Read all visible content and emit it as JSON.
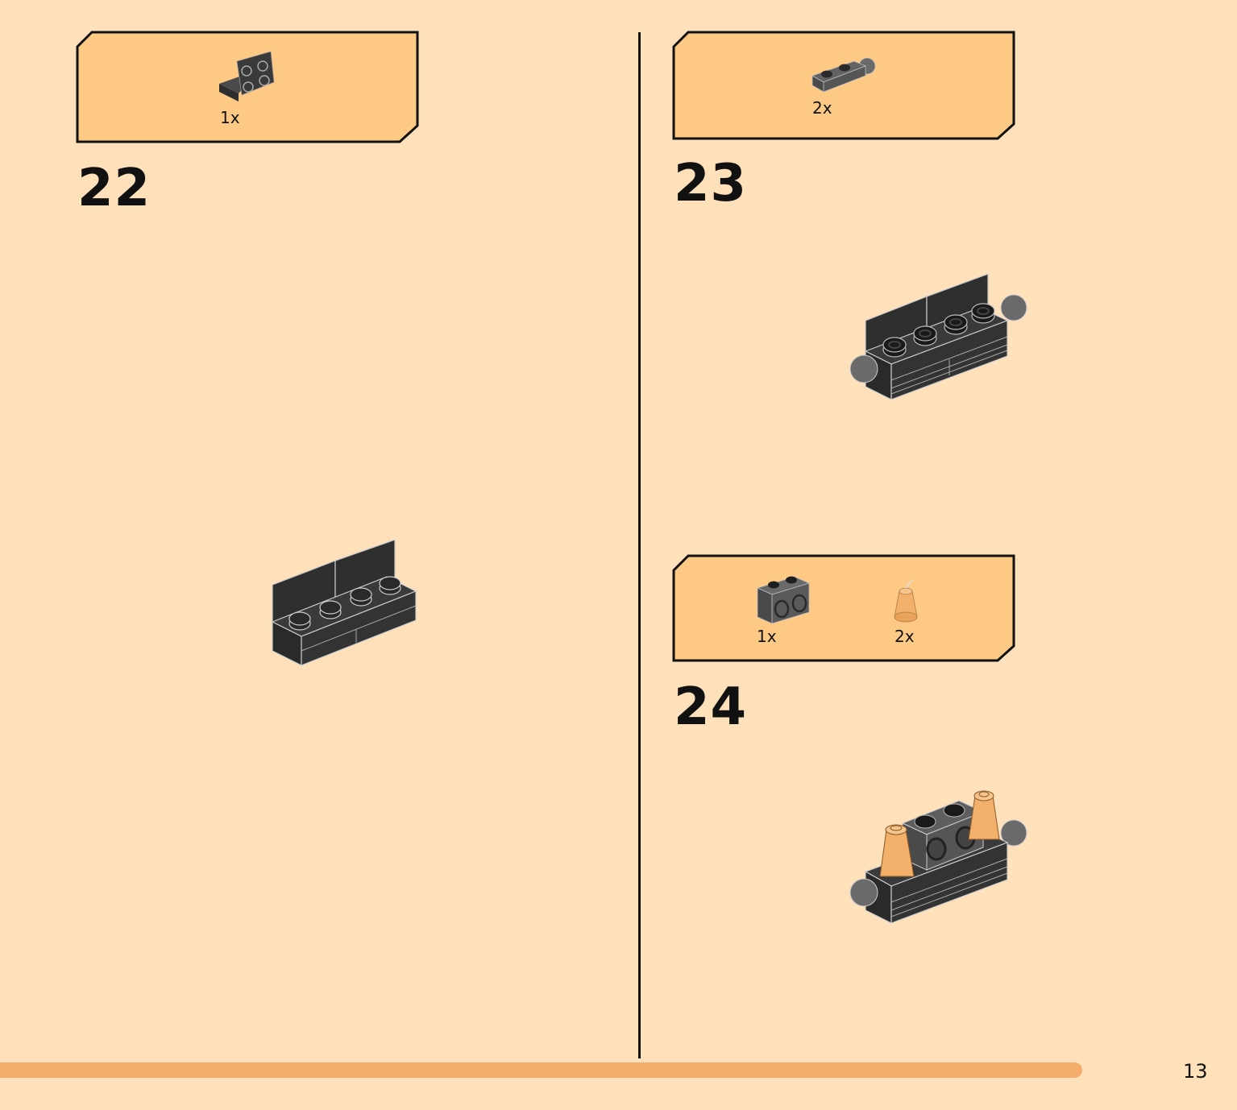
{
  "page": {
    "number": "13",
    "progress_fraction": 0.935
  },
  "colors": {
    "background": "#fee1bb",
    "callout_fill": "#fdc985",
    "progress": "#f3ac6a",
    "brick_dark": "#3a3a3a",
    "brick_grey": "#5e5e5e",
    "cone_tan": "#f2b06a"
  },
  "steps": [
    {
      "number": "22",
      "parts": [
        {
          "icon": "bracket-plate-icon",
          "qty": "1x"
        }
      ]
    },
    {
      "number": "23",
      "parts": [
        {
          "icon": "plate-ball-joint-icon",
          "qty": "2x"
        }
      ]
    },
    {
      "number": "24",
      "parts": [
        {
          "icon": "technic-brick-icon",
          "qty": "1x"
        },
        {
          "icon": "cone-icon",
          "qty": "2x"
        }
      ]
    }
  ]
}
